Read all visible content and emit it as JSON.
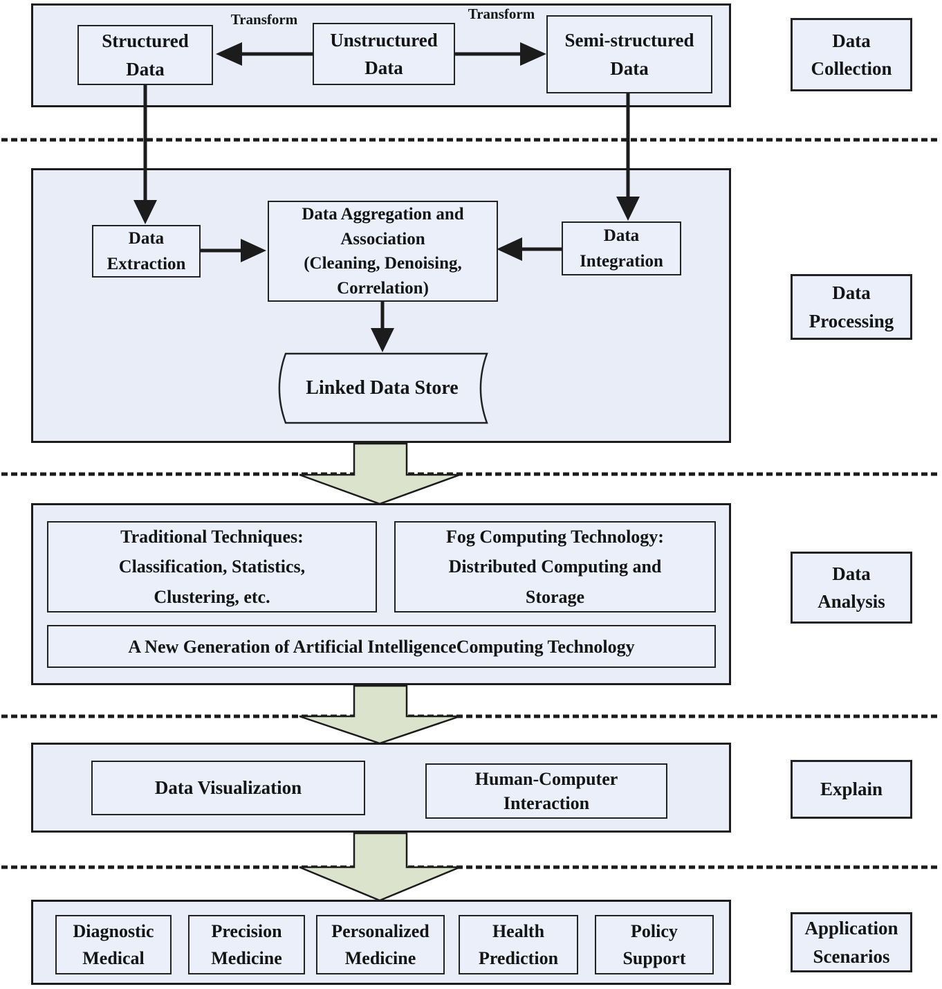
{
  "stages": [
    [
      "Data",
      "Collection"
    ],
    [
      "Data",
      "Processing"
    ],
    [
      "Data",
      "Analysis"
    ],
    "Explain",
    [
      "Application",
      "Scenarios"
    ]
  ],
  "collection": {
    "structured": [
      "Structured",
      "Data"
    ],
    "unstructured": [
      "Unstructured",
      "Data"
    ],
    "semi_structured": [
      "Semi-structured",
      "Data"
    ],
    "transform": "Transform"
  },
  "processing": {
    "extraction": [
      "Data",
      "Extraction"
    ],
    "aggregation": [
      "Data Aggregation and",
      "Association",
      "(Cleaning, Denoising,",
      "Correlation)"
    ],
    "integration": [
      "Data",
      "Integration"
    ],
    "linked_store": "Linked Data Store"
  },
  "analysis": {
    "traditional": [
      "Traditional Techniques:",
      "Classification, Statistics,",
      "Clustering, etc."
    ],
    "fog": [
      "Fog Computing Technology:",
      "Distributed Computing and",
      "Storage"
    ],
    "ai": "A New Generation of Artificial IntelligenceComputing Technology"
  },
  "explain": {
    "visualization": "Data Visualization",
    "hci": [
      "Human-Computer",
      "Interaction"
    ]
  },
  "applications": [
    [
      "Diagnostic",
      "Medical"
    ],
    [
      "Precision",
      "Medicine"
    ],
    [
      "Personalized",
      "Medicine"
    ],
    [
      "Health",
      "Prediction"
    ],
    [
      "Policy",
      "Support"
    ]
  ],
  "colors": {
    "panel_fill": "#e8edf8",
    "box_fill": "#eaeffa",
    "arrow_fill": "#dce3cd",
    "line": "#1c1c1c"
  }
}
